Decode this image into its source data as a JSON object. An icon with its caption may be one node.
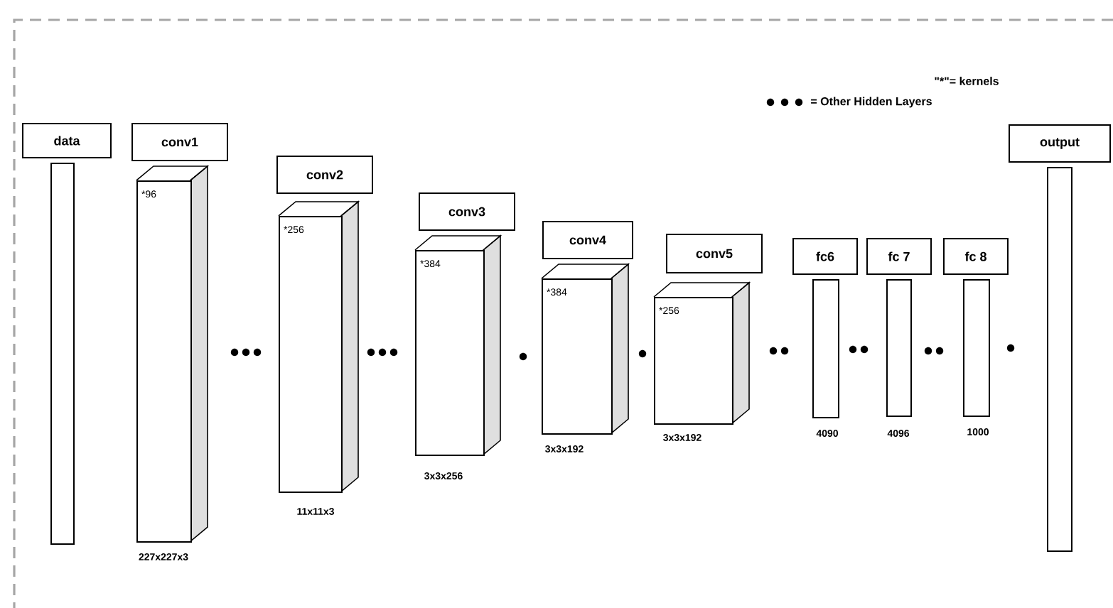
{
  "diagram": {
    "nodes": [
      {
        "text": [
          "data"
        ]
      },
      {
        "text": [],
        "shape": "bar"
      },
      {
        "text": [
          "conv1"
        ]
      },
      {
        "text": [
          "*96"
        ],
        "beside": [
          "227x227x3"
        ]
      },
      {
        "text": [
          "conv2"
        ]
      },
      {
        "text": [
          "*256"
        ],
        "beside": [
          "11x11x3"
        ]
      },
      {
        "text": [
          "conv3"
        ]
      },
      {
        "text": [
          "*384"
        ],
        "beside": [
          "3x3x256"
        ]
      },
      {
        "text": [
          "conv4"
        ]
      },
      {
        "text": [
          "*384"
        ],
        "beside": [
          "3x3x192"
        ]
      },
      {
        "text": [
          "conv5"
        ]
      },
      {
        "text": [
          "*256"
        ],
        "beside": [
          "3x3x192"
        ]
      },
      {
        "text": [
          "fc6"
        ]
      },
      {
        "text": [],
        "shape": "bar",
        "beside": [
          "4090"
        ]
      },
      {
        "text": [
          "fc 7"
        ]
      },
      {
        "text": [],
        "shape": "bar",
        "beside": [
          "4096"
        ]
      },
      {
        "text": [
          "fc 8"
        ]
      },
      {
        "text": [],
        "shape": "bar",
        "beside": [
          "1000"
        ]
      },
      {
        "text": [
          "output"
        ]
      },
      {
        "text": [],
        "shape": "bar"
      }
    ],
    "labels": [
      "\"*\"= kernels"
    ],
    "legend": [
      {
        "text": "= Other Hidden Layers"
      }
    ]
  }
}
